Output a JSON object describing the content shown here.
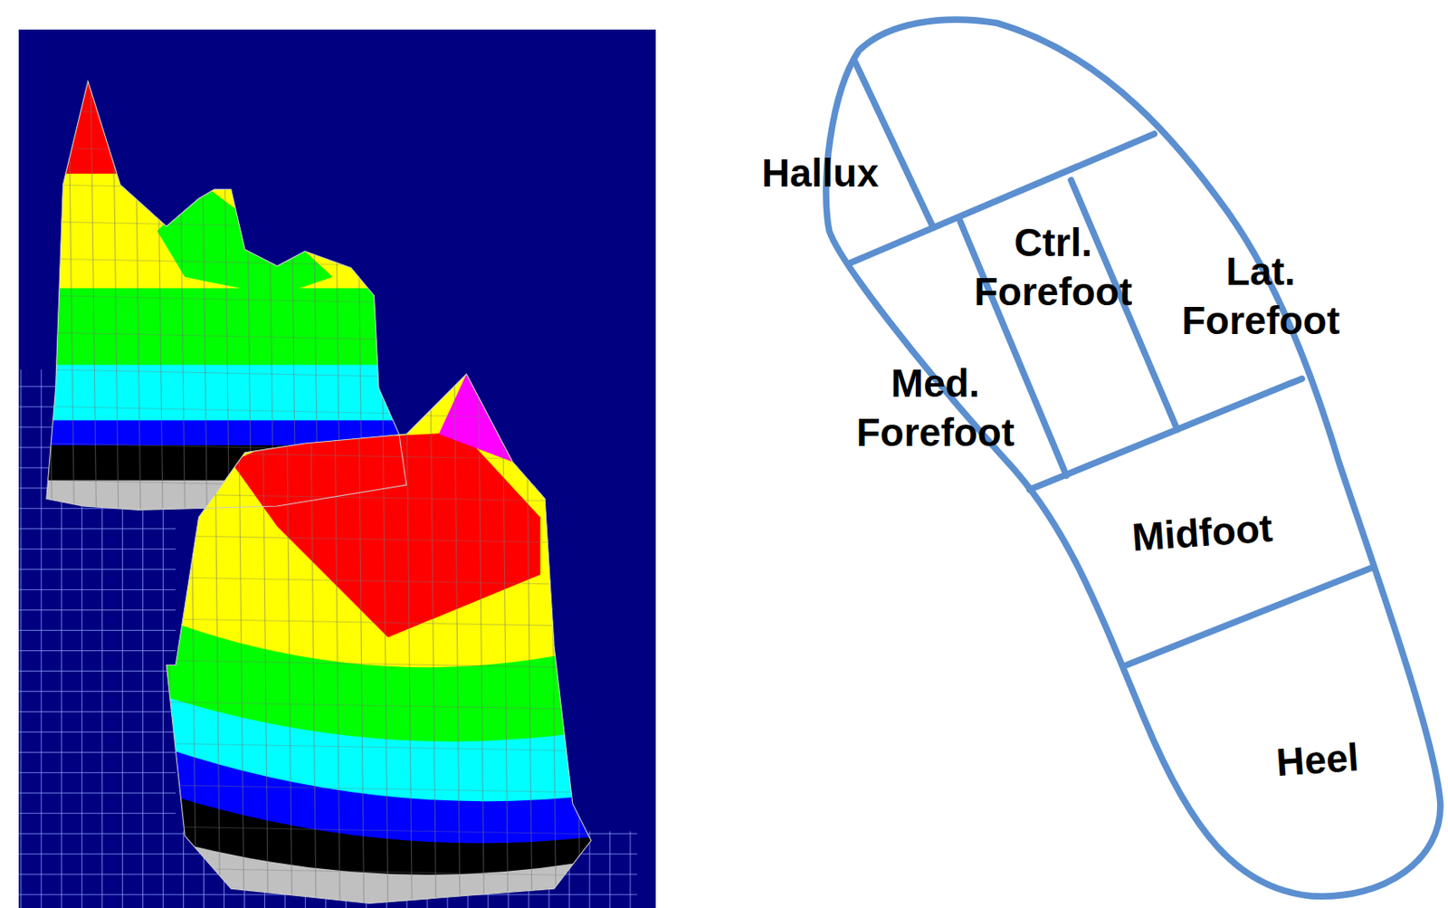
{
  "diagram": {
    "labels": [
      "Hallux",
      "Ctrl. Forefoot",
      "Lat. Forefoot",
      "Med. Forefoot",
      "Midfoot",
      "Heel"
    ]
  }
}
